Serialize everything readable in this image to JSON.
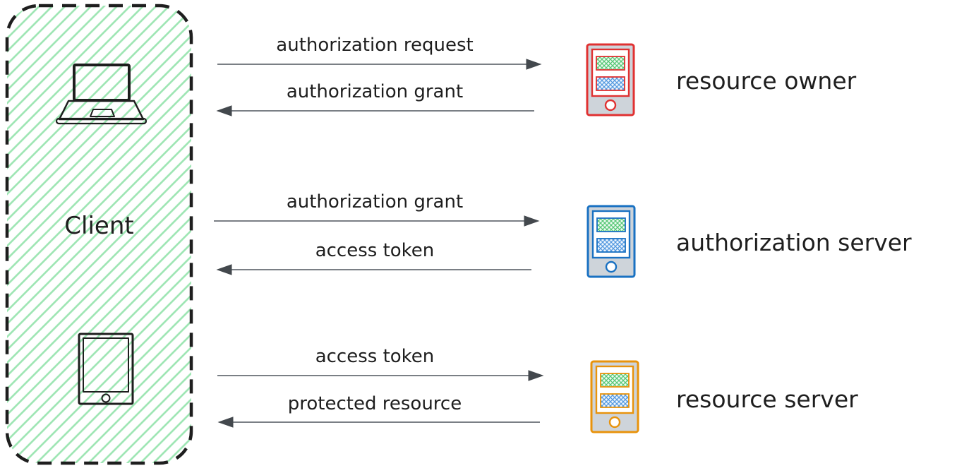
{
  "client_box": {
    "label": "Client",
    "device_icons": [
      "laptop-icon",
      "tablet-icon"
    ]
  },
  "flows": [
    {
      "entity": "resource owner",
      "accent": "#e03131",
      "forward": "authorization request",
      "back": "authorization grant",
      "entity_icon": "phone-icon"
    },
    {
      "entity": "authorization server",
      "accent": "#1971c2",
      "forward": "authorization grant",
      "back": "access token",
      "entity_icon": "phone-icon"
    },
    {
      "entity": "resource server",
      "accent": "#e8930c",
      "forward": "access token",
      "back": "protected resource",
      "entity_icon": "phone-icon"
    }
  ],
  "colors": {
    "outline": "#1e1e1e",
    "client_hatch": "#9ce5b2",
    "green_tint": "#eefbf1",
    "blue_tint": "#edf5fd",
    "screen_green_hatch": "#57c776",
    "screen_blue_hatch": "#5599e0",
    "arrow": "#7a7f85",
    "arrowhead": "#43484d",
    "phone_body": "#ced4da",
    "red": "#e03131",
    "blue": "#1971c2",
    "orange": "#e8930c"
  }
}
